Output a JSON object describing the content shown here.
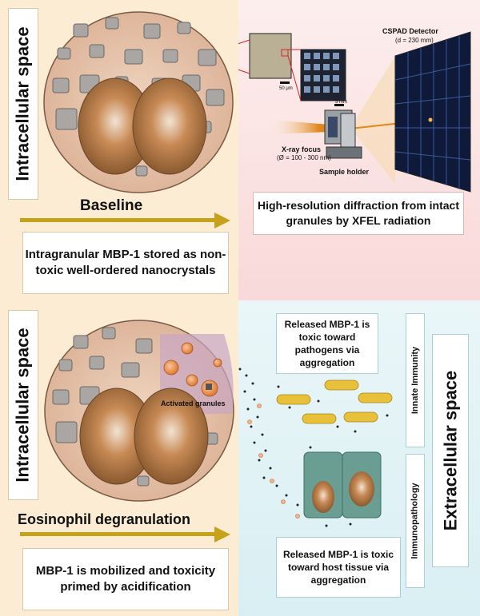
{
  "top_left": {
    "side_label": "Intracellular space",
    "arrow_label": "Baseline",
    "caption": "Intragranular MBP-1 stored as non-toxic well-ordered nanocrystals"
  },
  "top_right": {
    "detector_title": "CSPAD Detector",
    "detector_distance": "(d = 230 mm)",
    "scale_bar_1": "50 μm",
    "scale_bar_2": "5 mm",
    "xray_focus": "X-ray focus",
    "xray_focus_size": "(Ø = 100 - 300 nm)",
    "sample_holder": "Sample holder",
    "caption": "High-resolution diffraction from intact granules by XFEL radiation"
  },
  "bottom_left": {
    "side_label": "Intracellular space",
    "activated_label": "Activated granules",
    "arrow_label": "Eosinophil degranulation",
    "caption": "MBP-1 is mobilized and toxicity primed by acidification"
  },
  "bottom_right": {
    "side_label": "Extracellular space",
    "innate_label": "Innate Immunity",
    "immuno_label": "Immunopathology",
    "pathogen_caption": "Released MBP-1 is toxic toward pathogens via aggregation",
    "host_caption": "Released MBP-1 is toxic toward host tissue via aggregation"
  },
  "colors": {
    "arrow": "#c6a21a",
    "cell": "#e8c8b0",
    "nucleus": "#c88a55",
    "granule": "#8a8a8a",
    "beam": "#e08a20"
  }
}
